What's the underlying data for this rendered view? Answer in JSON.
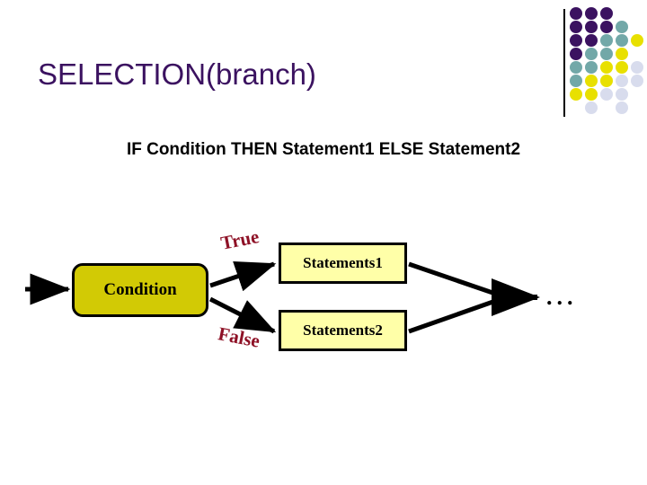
{
  "slide": {
    "title": "SELECTION(branch)",
    "subtitle": "IF  Condition  THEN  Statement1  ELSE  Statement2",
    "background_color": "#ffffff"
  },
  "colors": {
    "title_purple": "#3b1260",
    "dot_purple": "#3b1260",
    "dot_teal": "#72a8a8",
    "dot_yellow": "#e8e000",
    "dot_lavender": "#d8dced",
    "condition_fill": "#d2ca05",
    "statement_fill": "#ffffa8",
    "label_red": "#8e1126",
    "stroke_black": "#000000"
  },
  "decoration": {
    "name": "dot-grid",
    "divider_visible": true,
    "dot_rows": [
      [
        "purple",
        "purple",
        "purple",
        "none",
        "none"
      ],
      [
        "purple",
        "purple",
        "purple",
        "teal",
        "none"
      ],
      [
        "purple",
        "purple",
        "teal",
        "teal",
        "yellow"
      ],
      [
        "purple",
        "teal",
        "teal",
        "yellow",
        "none"
      ],
      [
        "teal",
        "teal",
        "yellow",
        "yellow",
        "lavender"
      ],
      [
        "teal",
        "yellow",
        "yellow",
        "lavender",
        "lavender"
      ],
      [
        "yellow",
        "yellow",
        "lavender",
        "lavender",
        "none"
      ],
      [
        "none",
        "lavender",
        "none",
        "lavender",
        "none"
      ]
    ]
  },
  "diagram": {
    "nodes": [
      {
        "id": "condition",
        "label": "Condition",
        "shape": "rounded-rect",
        "fill": "#d2ca05"
      },
      {
        "id": "statements1",
        "label": "Statements1",
        "shape": "rect",
        "fill": "#ffffa8"
      },
      {
        "id": "statements2",
        "label": "Statements2",
        "shape": "rect",
        "fill": "#ffffa8"
      }
    ],
    "edge_labels": {
      "true": "True",
      "false": "False"
    },
    "continuation": "...",
    "edges": [
      {
        "from": "entry",
        "to": "condition",
        "label": ""
      },
      {
        "from": "condition",
        "to": "statements1",
        "label": "True"
      },
      {
        "from": "condition",
        "to": "statements2",
        "label": "False"
      },
      {
        "from": "statements1",
        "to": "merge",
        "label": ""
      },
      {
        "from": "statements2",
        "to": "merge",
        "label": ""
      },
      {
        "from": "merge",
        "to": "exit",
        "label": ""
      }
    ]
  }
}
